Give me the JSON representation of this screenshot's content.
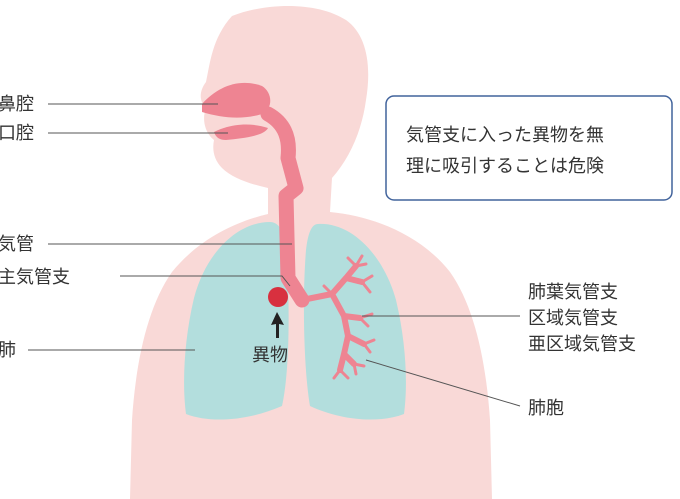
{
  "labels": {
    "nasal_cavity": "鼻腔",
    "oral_cavity": "口腔",
    "trachea": "気管",
    "main_bronchus": "主気管支",
    "lung": "肺",
    "foreign_body": "異物",
    "lobar_bronchus": "肺葉気管支",
    "segmental_bronchus": "区域気管支",
    "subsegmental_bronchus": "亜区域気管支",
    "alveoli": "肺胞"
  },
  "note": {
    "line1": "気管支に入った異物を無",
    "line2": "理に吸引することは危険"
  },
  "colors": {
    "body": "#f9d9d7",
    "lung": "#b3dedd",
    "airway": "#ee8492",
    "foreign_body": "#d8303f",
    "note_border": "#41639c"
  }
}
